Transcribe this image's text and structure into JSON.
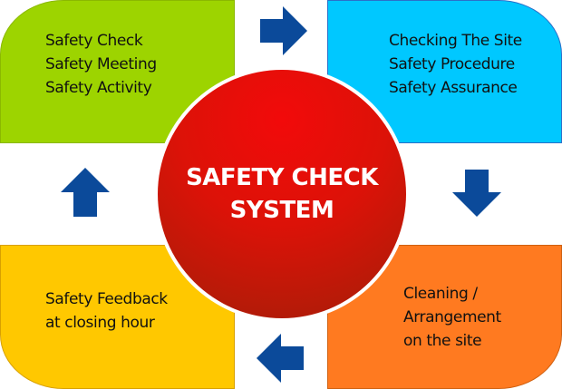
{
  "center": {
    "lines": [
      "SAFETY CHECK",
      "SYSTEM"
    ]
  },
  "steps": [
    {
      "id": "top-left",
      "color": "#9dd400",
      "lines": [
        "Safety Check",
        "Safety Meeting",
        "Safety Activity"
      ]
    },
    {
      "id": "top-right",
      "color": "#00c8ff",
      "lines": [
        "Checking The Site",
        "Safety Procedure",
        "Safety Assurance"
      ]
    },
    {
      "id": "bottom-right",
      "color": "#ff7a20",
      "lines": [
        "Cleaning /",
        "Arrangement",
        "on the site"
      ]
    },
    {
      "id": "bottom-left",
      "color": "#ffc800",
      "lines": [
        "Safety Feedback",
        "at closing hour"
      ]
    }
  ],
  "arrow_color": "#0b4a9a",
  "center_color": "#d81208"
}
